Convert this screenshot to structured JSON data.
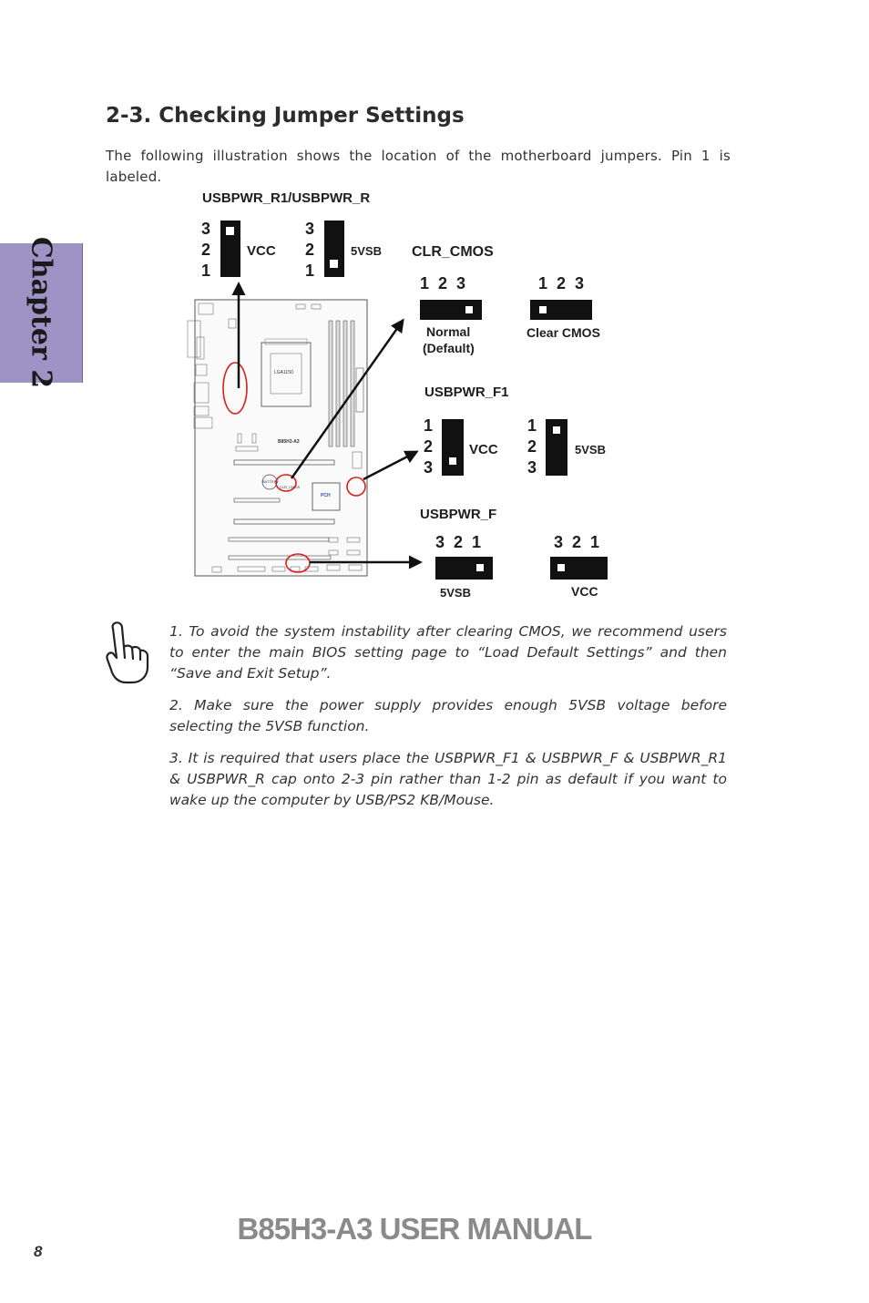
{
  "chapter_tab": "Chapter 2",
  "section_title": "2-3. Checking Jumper Settings",
  "intro": "The following illustration shows the location of the motherboard jumpers. Pin 1 is labeled.",
  "diagram": {
    "usbpwr_r_title": "USBPWR_R1/USBPWR_R",
    "clr_cmos_title": "CLR_CMOS",
    "usbpwr_f1_title": "USBPWR_F1",
    "usbpwr_f_title": "USBPWR_F",
    "pin3": "3",
    "pin2": "2",
    "pin1": "1",
    "pins_123": "1  2  3",
    "pins_321": "3  2  1",
    "vcc": "VCC",
    "v5vsb": "5VSB",
    "normal": "Normal",
    "default": "(Default)",
    "clear_cmos": "Clear CMOS",
    "board": {
      "model": "B85H3-A3",
      "cpu": "LGA1150",
      "pch": "PCH",
      "battery": "BATTERY",
      "clr_cmos": "CLR_CMOS"
    }
  },
  "notes": [
    "1. To avoid the system instability after clearing CMOS, we recommend users to enter the main BIOS setting page to “Load Default Settings” and then “Save and Exit Setup”.",
    "2. Make sure the power supply provides enough 5VSB voltage before selecting the 5VSB function.",
    "3. It is required that users place the USBPWR_F1 & USBPWR_F & USBPWR_R1 & USBPWR_R cap onto 2-3 pin rather than 1-2 pin as default if you want to wake up the computer by USB/PS2 KB/Mouse."
  ],
  "footer": {
    "manual_title": "B85H3-A3 USER MANUAL",
    "page_number": "8"
  }
}
